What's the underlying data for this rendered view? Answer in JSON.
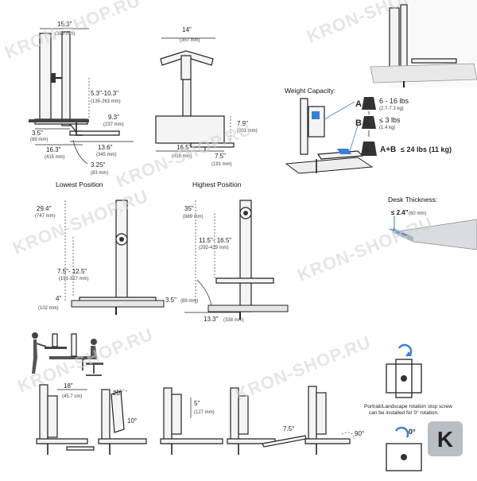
{
  "side_view": {
    "d_width_top": "15.3\"",
    "d_width_top_mm": "(389 mm)",
    "d_raise": "5.3\"-10.3\"",
    "d_raise_mm": "(135-263 mm)",
    "d_tray": "9.3\"",
    "d_tray_mm": "(237 mm)",
    "d_left": "3.5\"",
    "d_left_mm": "(89 mm)",
    "d_base": "13.6\"",
    "d_base_mm": "(345 mm)",
    "d_depth": "16.3\"",
    "d_depth_mm": "(415 mm)",
    "d_clamp": "3.25\"",
    "d_clamp_mm": "(83 mm)"
  },
  "top_view": {
    "d_top": "14\"",
    "d_top_mm": "(357 mm)",
    "d_height": "7.9\"",
    "d_height_mm": "(201 mm)",
    "d_width": "16.5\"",
    "d_width_mm": "(419 mm)",
    "d_right": "7.5\"",
    "d_right_mm": "(191 mm)"
  },
  "weight": {
    "title": "Weight Capacity:",
    "a_label": "A",
    "a_value": "6 - 16 lbs",
    "a_value_kg": "(2.7-7.3 kg)",
    "b_label": "B",
    "b_value": "≤ 3 lbs",
    "b_value_kg": "(1.4 kg)",
    "ab_label": "A+B",
    "ab_value": "≤ 24 lbs (11 kg)",
    "weight_mark": "Kg"
  },
  "lowest": {
    "title": "Lowest Position",
    "d_total": "29.4\"",
    "d_total_mm": "(747 mm)",
    "d_range": "7.5\"- 12.5\"",
    "d_range_mm": "(191-317 mm)",
    "d_bottom": "4\"",
    "d_bottom_mm": "(102 mm)"
  },
  "highest": {
    "title": "Highest Position",
    "d_total": "35\"",
    "d_total_mm": "(889 mm)",
    "d_range": "11.5\"- 16.5\"",
    "d_range_mm": "(292-419 mm)",
    "d_left": "3.5\"",
    "d_left_mm": "(89 mm)",
    "d_base": "13.3\"",
    "d_base_mm": "(338 mm)"
  },
  "desk": {
    "title": "Desk Thickness:",
    "value": "≤ 2.4\"",
    "value_mm": "(60 mm)"
  },
  "motions": {
    "m1": "18\"",
    "m1_mm": "(45.7 cm)",
    "m2a": "20°",
    "m2b": "10°",
    "m3": "5\"",
    "m3_mm": "(127 mm)",
    "m4": "7.5°",
    "m5": "90°"
  },
  "rotation": {
    "note_line1": "Portrait/Landscape rotation stop screw",
    "note_line2": "can be installed for 0° rotation.",
    "zero": "0°"
  },
  "watermark": {
    "text": "KRON-SHOP.RU",
    "badge": "K"
  }
}
